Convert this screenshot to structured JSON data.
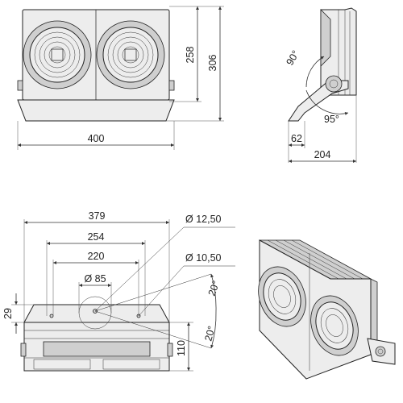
{
  "front_view": {
    "width_label": "400",
    "height_label_inner": "258",
    "height_label_outer": "306"
  },
  "side_view": {
    "angle_up_label": "90°",
    "angle_down_label": "95°",
    "offset_label": "62",
    "depth_label": "204"
  },
  "bottom_view": {
    "hole_large_label": "Ø 12,50",
    "hole_small_label": "Ø 10,50",
    "width_outer_label": "379",
    "width_mid_label": "254",
    "width_inner_label": "220",
    "circle_label": "Ø 85",
    "tilt_upper_label": "20°",
    "tilt_lower_label": "20°",
    "offset_label": "29",
    "height_label": "110"
  }
}
